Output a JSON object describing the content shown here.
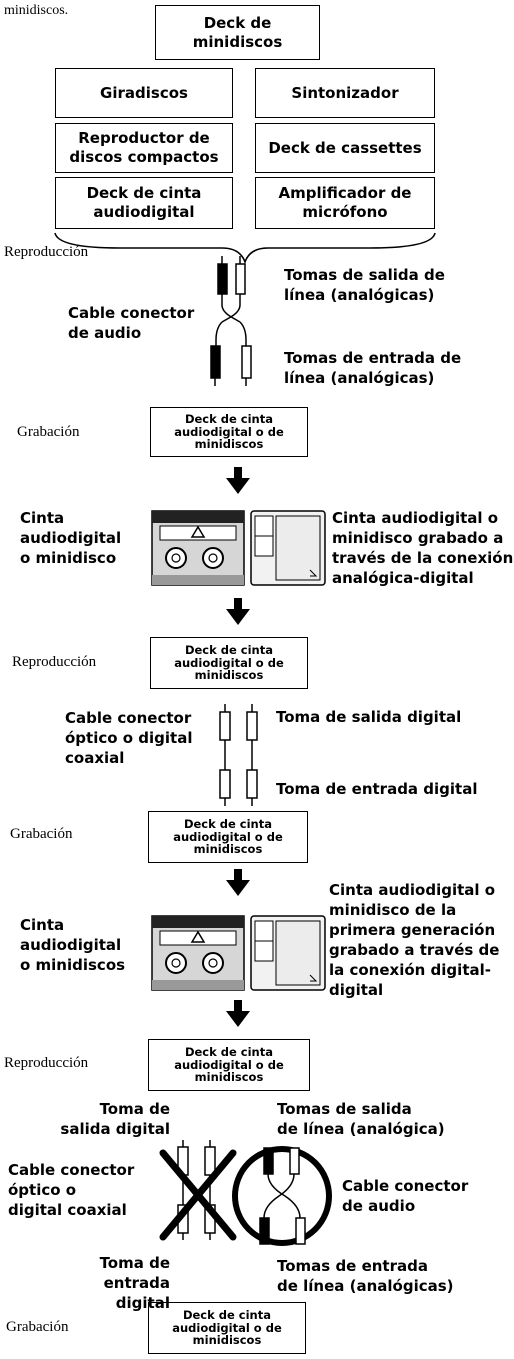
{
  "intro_fragment": "minidiscos.",
  "sources": {
    "top": "Deck de\nminidiscos",
    "left": [
      "Giradiscos",
      "Reproductor de\ndiscos compactos",
      "Deck de cinta\naudiodigital"
    ],
    "right": [
      "Sintonizador",
      "Deck de cassettes",
      "Amplificador de\nmicrófono"
    ]
  },
  "stages": {
    "reproduccion": "Reproducción",
    "grabacion": "Grabación"
  },
  "step1": {
    "cable_label": "Cable conector\nde audio",
    "out_jacks": "Tomas de salida de\nlínea (analógicas)",
    "in_jacks": "Tomas de entrada de\nlínea (analógicas)"
  },
  "recorder_box": "Deck de cinta\naudiodigital o de\nminidiscos",
  "step2": {
    "media_left": "Cinta\naudiodigital\no minidisco",
    "media_right": "Cinta audiodigital o\nminidisco grabado a\ntravés de la conexión\nanalógica-digital"
  },
  "step3": {
    "cable_label": "Cable conector\nóptico o digital\ncoaxial",
    "out_jack": "Toma de salida digital",
    "in_jack": "Toma de entrada digital"
  },
  "step4": {
    "media_left": "Cinta\naudiodigital\no minidiscos",
    "media_right": "Cinta audiodigital o\nminidisco de la\nprimera generación\ngrabado a través de\nla conexión digital-\ndigital"
  },
  "step5": {
    "digital_out": "Toma de\nsalida digital",
    "analog_out": "Tomas de salida\nde línea (analógica)",
    "digital_cable": "Cable conector\nóptico o\ndigital coaxial",
    "audio_cable": "Cable conector\nde audio",
    "digital_in": "Toma de\nentrada digital",
    "analog_in": "Tomas de entrada\nde línea (analógicas)"
  }
}
